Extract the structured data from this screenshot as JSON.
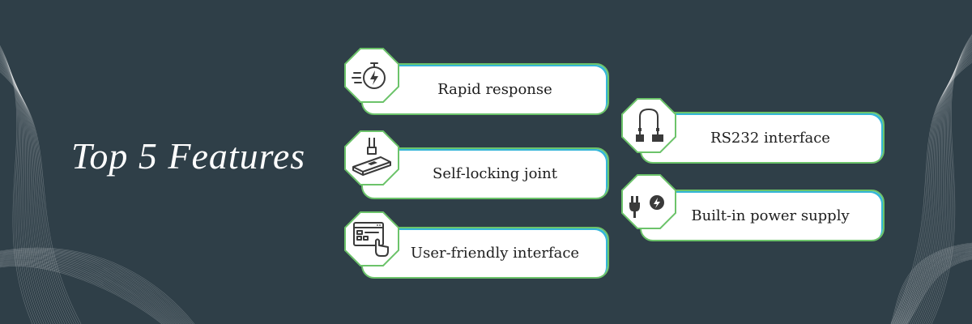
{
  "title": "Top 5 Features",
  "features": [
    {
      "label": "Rapid response",
      "icon": "stopwatch-icon"
    },
    {
      "label": "Self-locking joint",
      "icon": "locking-joint-icon"
    },
    {
      "label": "User-friendly interface",
      "icon": "click-interface-icon"
    },
    {
      "label": "RS232 interface",
      "icon": "serial-cable-icon"
    },
    {
      "label": "Built-in power supply",
      "icon": "power-plug-icon"
    }
  ],
  "colors": {
    "background": "#2f3f48",
    "card": "#ffffff",
    "border_green": "#6cc36a",
    "border_blue": "#35b6d8",
    "text": "#1d1d1d",
    "icon": "#3a3a3a"
  }
}
